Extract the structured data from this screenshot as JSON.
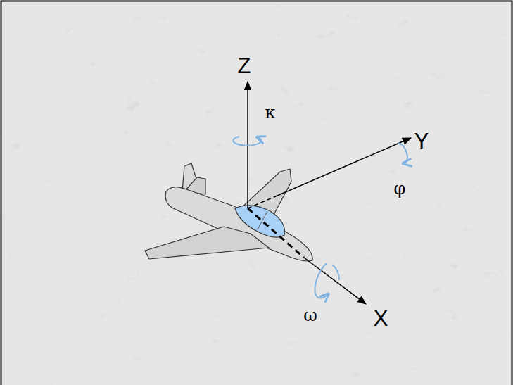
{
  "diagram": {
    "labels": [
      "Z",
      "κ",
      "Y",
      "φ",
      "ω",
      "X"
    ]
  }
}
